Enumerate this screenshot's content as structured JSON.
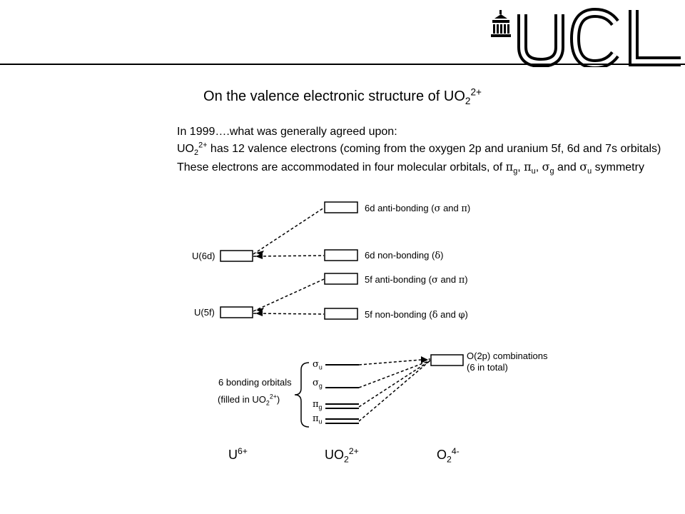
{
  "logo": {
    "text": "UCL"
  },
  "title": {
    "prefix": "On the valence electronic structure of UO",
    "sub": "2",
    "sup": "2+"
  },
  "intro": {
    "line1": "In 1999….what was generally agreed upon:",
    "line2": {
      "p1": "UO",
      "sub": "2",
      "sup": "2+",
      "p2": " has 12 valence electrons (coming from the oxygen 2p and uranium 5f, 6d and 7s orbitals)"
    },
    "line3": {
      "p1": "These electrons are accommodated in four molecular orbitals, of ",
      "pi": "π",
      "sg": "g",
      "c1": ", ",
      "pu": "u",
      "c2": ", ",
      "sigma": "σ",
      "sg2": "g",
      "and": " and ",
      "su": "u",
      "end": " symmetry"
    }
  },
  "diagram": {
    "u6d_label": "U(6d)",
    "u5f_label": "U(5f)",
    "levels": [
      {
        "id": "6d-ab",
        "text": "6d anti-bonding (",
        "g1": "σ",
        "mid": " and ",
        "g2": "π",
        "end": ")"
      },
      {
        "id": "6d-nb",
        "text": "6d non-bonding (",
        "g1": "δ",
        "mid": "",
        "g2": "",
        "end": ")"
      },
      {
        "id": "5f-ab",
        "text": "5f anti-bonding (",
        "g1": "σ",
        "mid": " and ",
        "g2": "π",
        "end": ")"
      },
      {
        "id": "5f-nb",
        "text": "5f non-bonding (",
        "g1": "δ",
        "mid": " and ",
        "g2": "φ",
        "end": ")"
      }
    ],
    "o2p_label_1": "O(2p) combinations",
    "o2p_label_2": "(6 in total)",
    "bonding_label_1": "6 bonding orbitals",
    "bonding_label_2_prefix": "(filled in UO",
    "bonding_label_2_sub": "2",
    "bonding_label_2_sup": "2+",
    "bonding_label_2_end": ")",
    "sym_labels": [
      {
        "greek": "σ",
        "sub": "u"
      },
      {
        "greek": "σ",
        "sub": "g"
      },
      {
        "greek": "π",
        "sub": "g"
      },
      {
        "greek": "π",
        "sub": "u"
      }
    ],
    "bottom": {
      "u": {
        "base": "U",
        "sup": "6+"
      },
      "uo2": {
        "base": "UO",
        "sub": "2",
        "sup": "2+"
      },
      "o2": {
        "base": "O",
        "sub": "2",
        "sup": "4-"
      }
    }
  }
}
